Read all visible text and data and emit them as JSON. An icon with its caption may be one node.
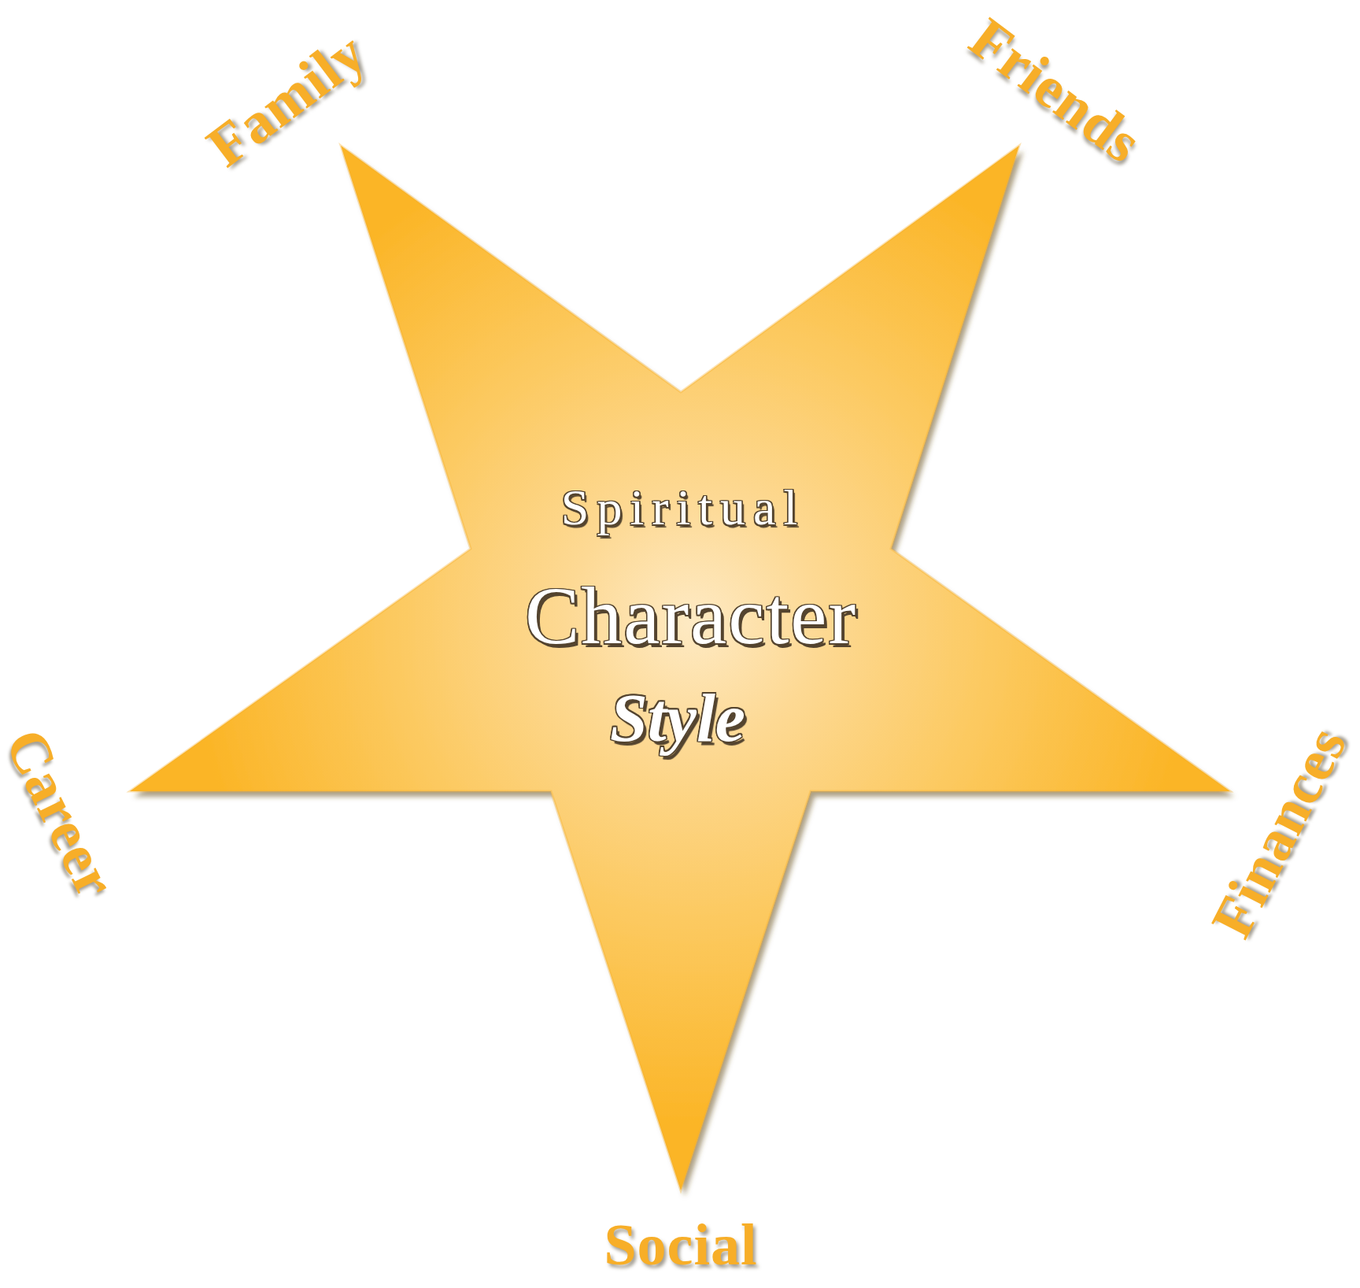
{
  "diagram": {
    "nodes": [
      {
        "text": [
          "Spiritual",
          "Character",
          "Style"
        ]
      }
    ],
    "labels": [
      "Family",
      "Friends",
      "Career",
      "Finances",
      "Social"
    ]
  }
}
